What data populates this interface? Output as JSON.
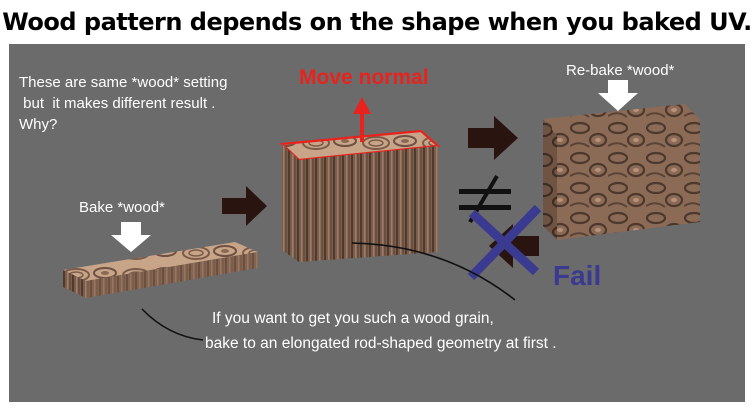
{
  "title": "Wood pattern depends on the shape when you baked UV.",
  "question": {
    "line1": "These are same *wood* setting",
    "line2": " but  it makes different result .",
    "line3": "Why?"
  },
  "labels": {
    "bake": "Bake *wood*",
    "move_normal": "Move normal",
    "rebake": "Re-bake *wood*",
    "fail": "Fail"
  },
  "caption": {
    "line1": "If you want to get you such a wood grain,",
    "line2": "bake to an elongated rod-shaped geometry at first ."
  },
  "colors": {
    "panel": "#6b6b6b",
    "arrow": "#2a1410",
    "move_normal": "#e8231d",
    "fail": "#3b3a91",
    "wood_light": "#c8a488",
    "wood_dark": "#5e4637"
  }
}
